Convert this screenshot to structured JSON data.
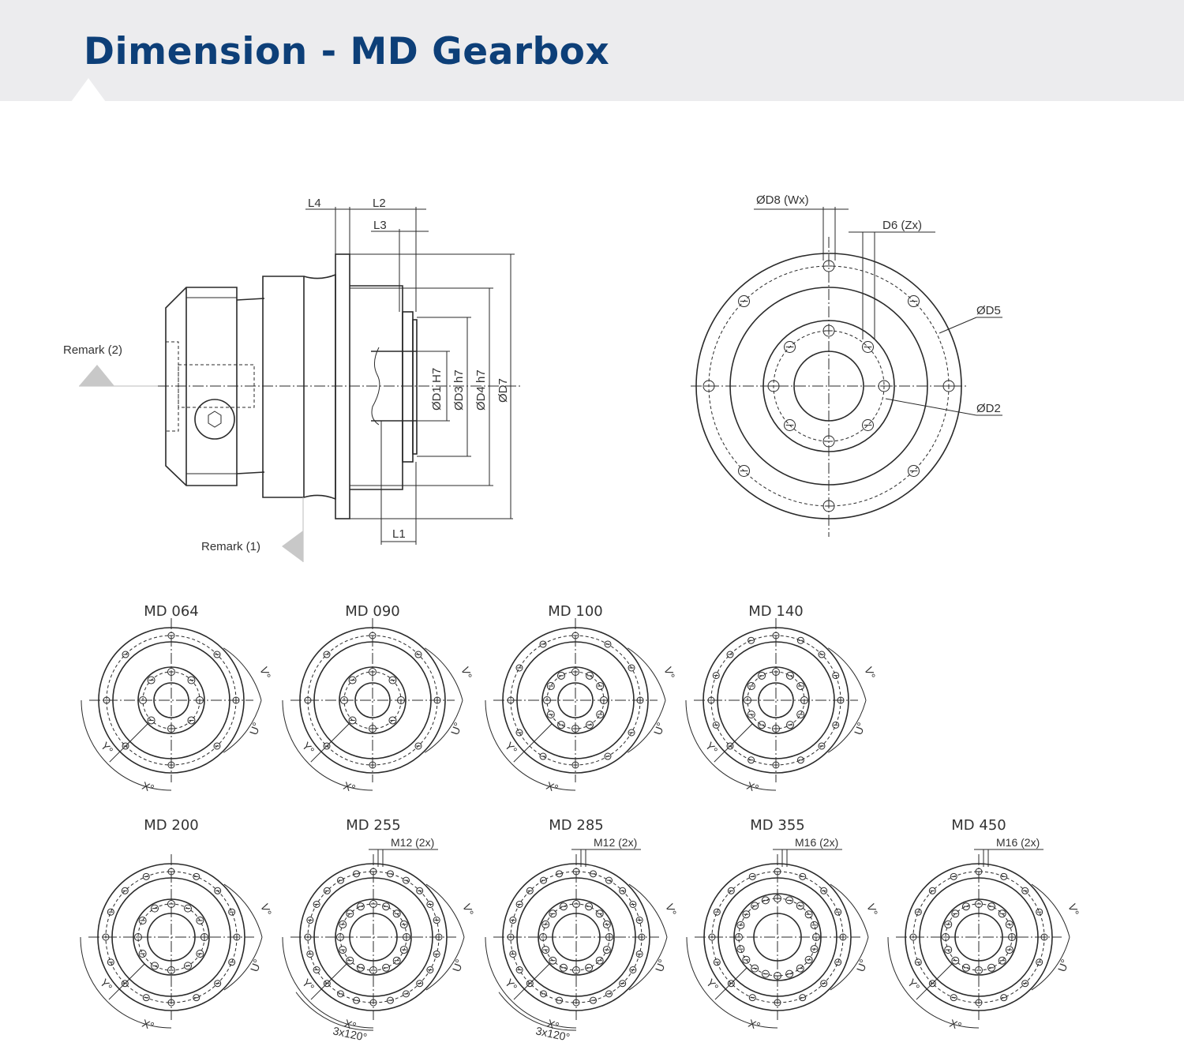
{
  "header": {
    "title": "Dimension - MD Gearbox",
    "background": "#ececee",
    "title_color": "#0d3f78"
  },
  "side_view": {
    "remarks": [
      "Remark (2)",
      "Remark (1)"
    ],
    "length_labels": [
      "L4",
      "L2",
      "L3",
      "L1"
    ],
    "diameter_labels": [
      "ØD1 H7",
      "ØD3 h7",
      "ØD4 h7",
      "ØD7"
    ]
  },
  "front_view": {
    "labels": [
      "ØD8 (Wx)",
      "D6 (Zx)",
      "ØD5",
      "ØD2"
    ]
  },
  "variants": [
    {
      "model": "MD 064",
      "outer_holes": 8,
      "inner_holes": 8,
      "thread_note": "",
      "angle_note": ""
    },
    {
      "model": "MD 090",
      "outer_holes": 8,
      "inner_holes": 8,
      "thread_note": "",
      "angle_note": ""
    },
    {
      "model": "MD 100",
      "outer_holes": 12,
      "inner_holes": 12,
      "thread_note": "",
      "angle_note": ""
    },
    {
      "model": "MD 140",
      "outer_holes": 16,
      "inner_holes": 12,
      "thread_note": "",
      "angle_note": ""
    },
    {
      "model": "MD 200",
      "outer_holes": 16,
      "inner_holes": 12,
      "thread_note": "",
      "angle_note": ""
    },
    {
      "model": "MD 255",
      "outer_holes": 24,
      "inner_holes": 16,
      "thread_note": "M12 (2x)",
      "angle_note": "3x120°"
    },
    {
      "model": "MD 285",
      "outer_holes": 24,
      "inner_holes": 16,
      "thread_note": "M12 (2x)",
      "angle_note": "3x120°"
    },
    {
      "model": "MD 355",
      "outer_holes": 16,
      "inner_holes": 20,
      "thread_note": "M16 (2x)",
      "angle_note": ""
    },
    {
      "model": "MD 450",
      "outer_holes": 16,
      "inner_holes": 16,
      "thread_note": "M16 (2x)",
      "angle_note": ""
    }
  ],
  "angle_labels": {
    "v": "V°",
    "u": "U°",
    "y": "Y°",
    "x": "X°"
  }
}
